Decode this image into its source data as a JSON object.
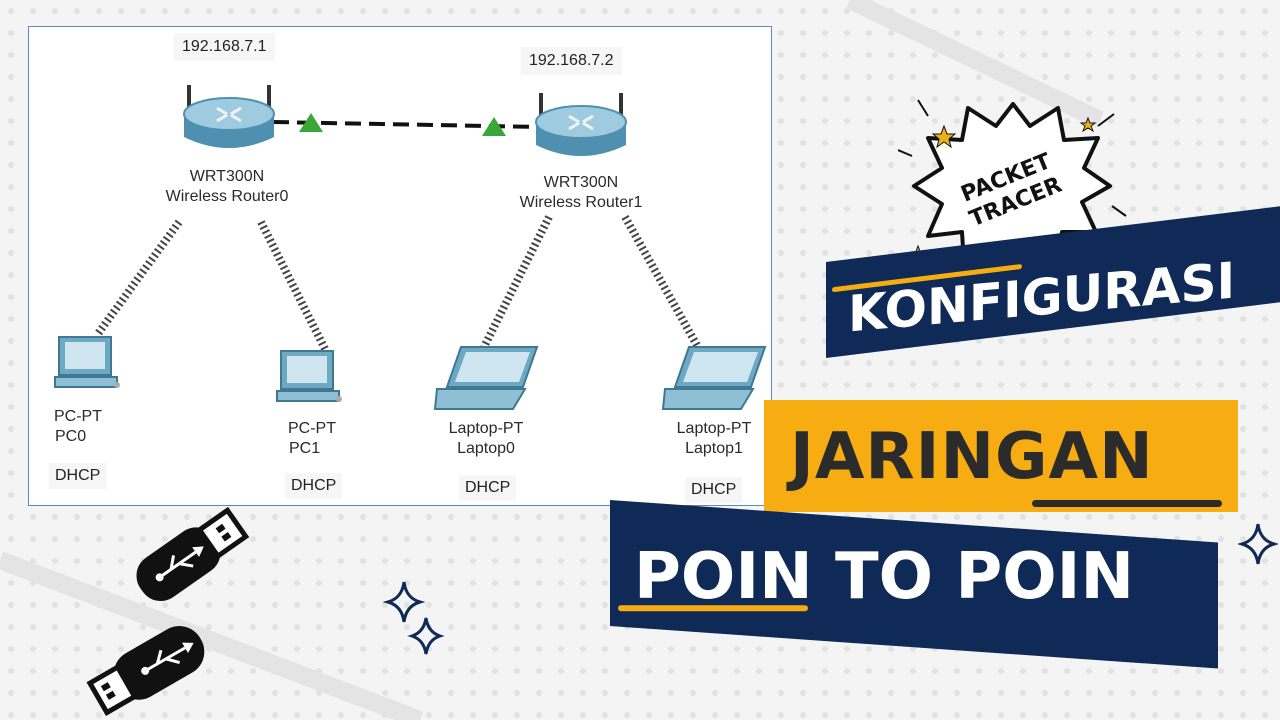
{
  "diagram": {
    "routers": [
      {
        "ip": "192.168.7.1",
        "model": "WRT300N",
        "name": "Wireless Router0"
      },
      {
        "ip": "192.168.7.2",
        "model": "WRT300N",
        "name": "Wireless Router1"
      }
    ],
    "end_devices": [
      {
        "type": "PC-PT",
        "name": "PC0",
        "addressing": "DHCP",
        "icon": "desktop-pc-icon"
      },
      {
        "type": "PC-PT",
        "name": "PC1",
        "addressing": "DHCP",
        "icon": "desktop-pc-icon"
      },
      {
        "type": "Laptop-PT",
        "name": "Laptop0",
        "addressing": "DHCP",
        "icon": "laptop-icon"
      },
      {
        "type": "Laptop-PT",
        "name": "Laptop1",
        "addressing": "DHCP",
        "icon": "laptop-icon"
      }
    ],
    "links": [
      {
        "from": "Wireless Router0",
        "to": "Wireless Router1",
        "style": "dashed-cable",
        "status": "up"
      },
      {
        "from": "Wireless Router0",
        "to": "PC0",
        "style": "wireless"
      },
      {
        "from": "Wireless Router0",
        "to": "PC1",
        "style": "wireless"
      },
      {
        "from": "Wireless Router1",
        "to": "Laptop0",
        "style": "wireless"
      },
      {
        "from": "Wireless Router1",
        "to": "Laptop1",
        "style": "wireless"
      }
    ]
  },
  "badge": {
    "line1": "PACKET",
    "line2": "TRACER"
  },
  "title": {
    "line1": "KONFIGURASI",
    "line2": "JARINGAN",
    "line3": "POIN TO POIN"
  },
  "colors": {
    "navy": "#0f2a57",
    "gold": "#f7ad12",
    "dark_text": "#2b2b2b",
    "link_up": "#3aa63a"
  },
  "decor": {
    "usb_icon": "usb-drive-icon",
    "sparkle_icon": "sparkle-icon",
    "star_icon": "star-icon"
  }
}
